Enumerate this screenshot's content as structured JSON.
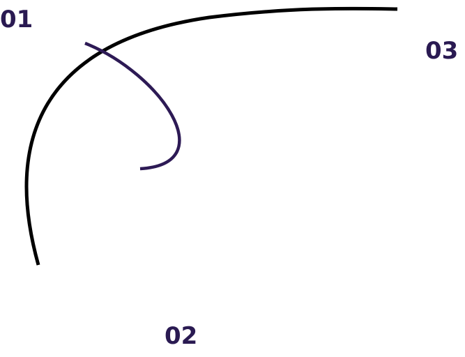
{
  "labels": {
    "step_1": "01",
    "step_2": "02",
    "step_3": "03"
  },
  "colors": {
    "label": "#2a1a52",
    "large_arc": "#000000",
    "small_arc": "#2d1a55",
    "background": "#ffffff"
  }
}
